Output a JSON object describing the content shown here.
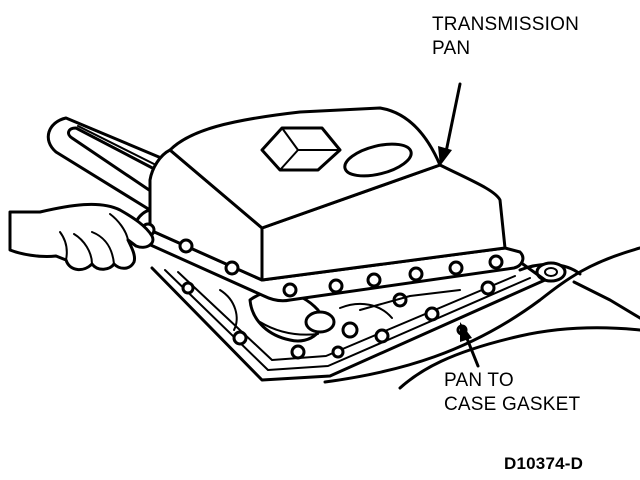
{
  "labels": {
    "transmission_pan_line1": "TRANSMISSION",
    "transmission_pan_line2": "PAN",
    "gasket_line1": "PAN TO",
    "gasket_line2": "CASE GASKET",
    "figure_id": "D10374-D"
  },
  "colors": {
    "ink": "#000000",
    "paper": "#ffffff"
  }
}
